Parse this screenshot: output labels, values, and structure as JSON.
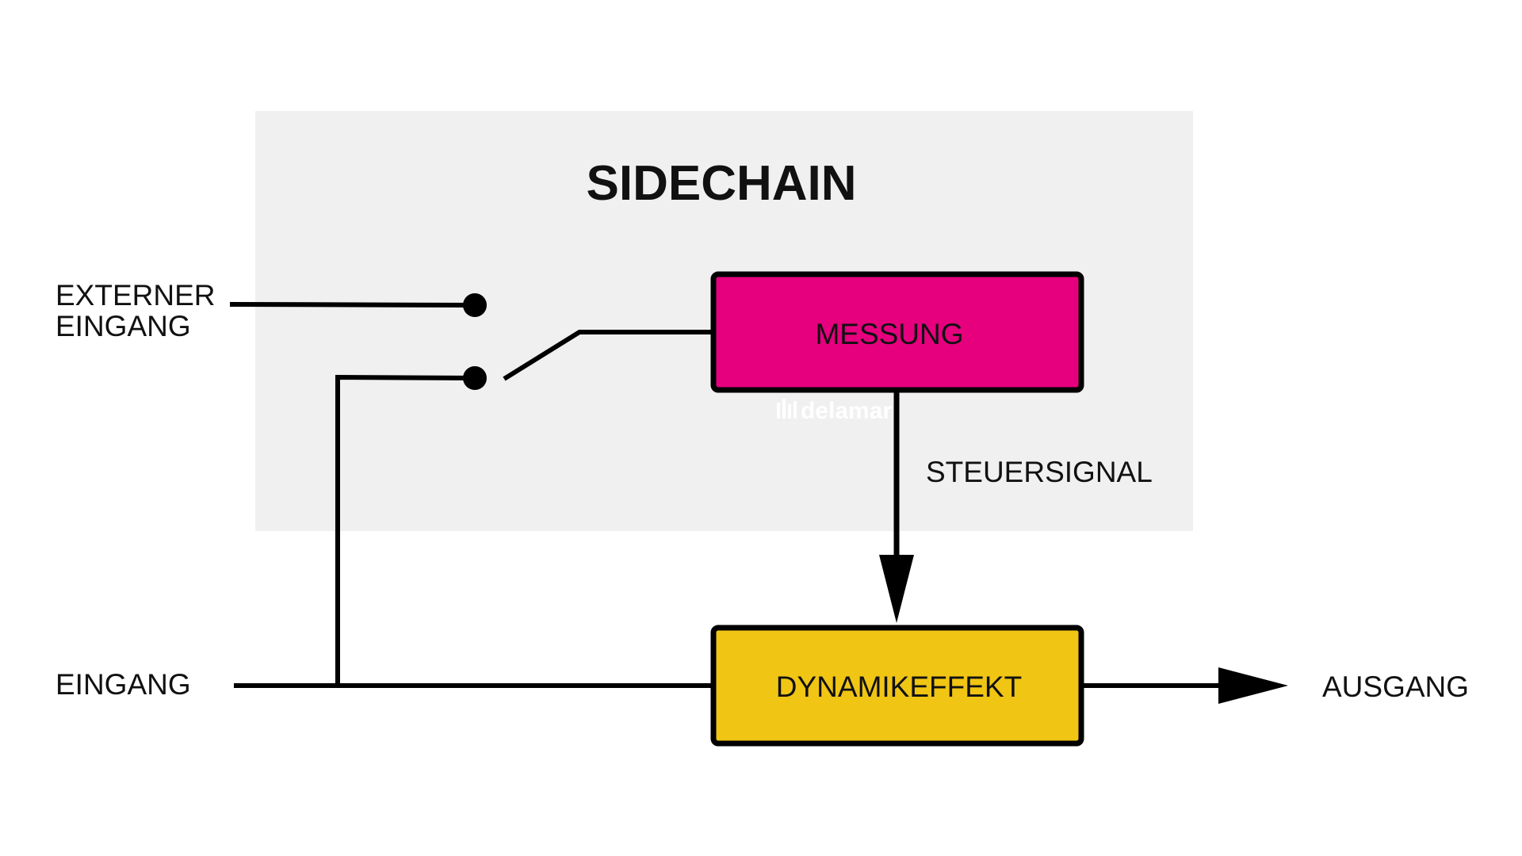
{
  "diagram": {
    "title": "SIDECHAIN",
    "inputs": {
      "external": [
        "EXTERNER",
        "EINGANG"
      ],
      "main": "EINGANG"
    },
    "blocks": {
      "measurement": "MESSUNG",
      "dynamics": "DYNAMIKEFFEKT"
    },
    "control_label": "STEUERSIGNAL",
    "output": "AUSGANG",
    "watermark": "delamar"
  },
  "colors": {
    "sidechain_bg": "#f0f0f0",
    "measurement": "#e6007e",
    "dynamics": "#f0c514",
    "stroke": "#000000"
  }
}
